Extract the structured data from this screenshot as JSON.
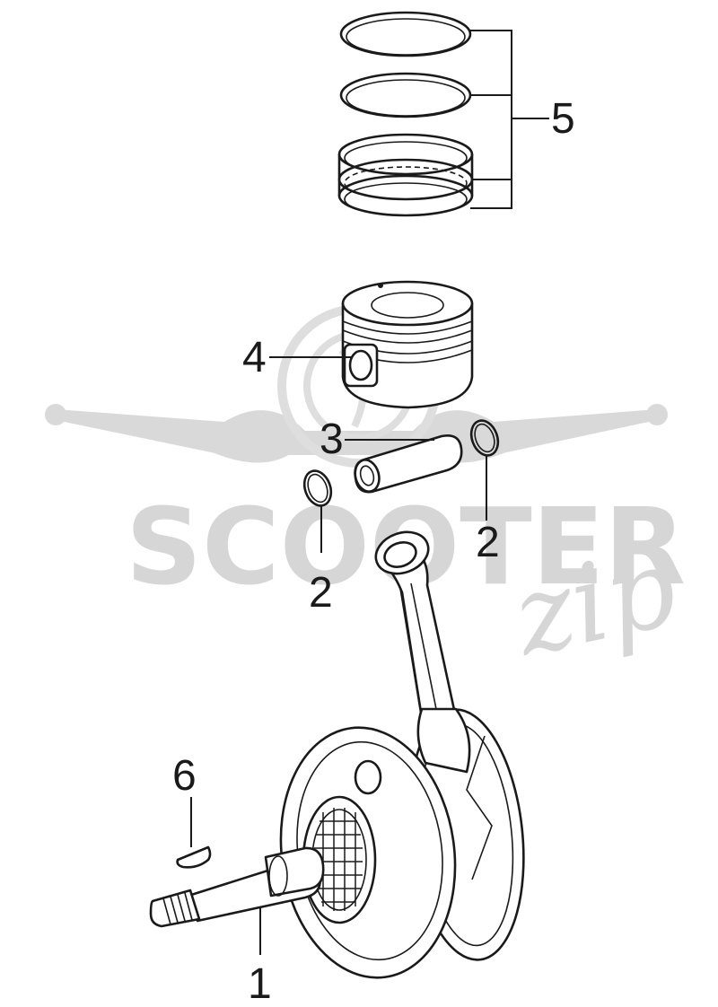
{
  "watermark": {
    "brand": "SCOOTER",
    "script": "zip"
  },
  "callouts": [
    {
      "id": "crankshaft",
      "label": "1"
    },
    {
      "id": "clip-left",
      "label": "2"
    },
    {
      "id": "clip-right",
      "label": "2"
    },
    {
      "id": "piston-pin",
      "label": "3"
    },
    {
      "id": "piston",
      "label": "4"
    },
    {
      "id": "piston-ring-set",
      "label": "5"
    },
    {
      "id": "woodruff-key",
      "label": "6"
    }
  ]
}
